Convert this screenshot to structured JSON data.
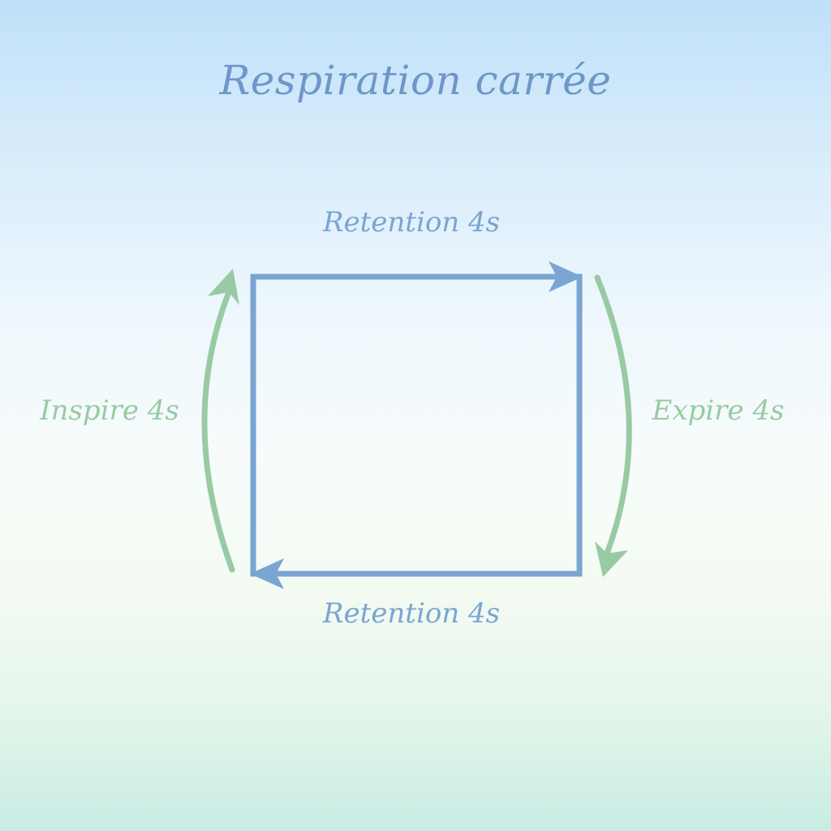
{
  "title": "Respiration carrée",
  "labels": {
    "top": "Retention 4s",
    "bottom": "Retention 4s",
    "left": "Inspire 4s",
    "right": "Expire 4s"
  },
  "colors": {
    "blue": "#7aa4d2",
    "green": "#98caa3",
    "title": "#6e96c8"
  },
  "icons": {
    "top_arrow": "arrow-right-icon",
    "bottom_arrow": "arrow-left-icon",
    "left_arrow": "arrow-up-curved-icon",
    "right_arrow": "arrow-down-curved-icon"
  }
}
